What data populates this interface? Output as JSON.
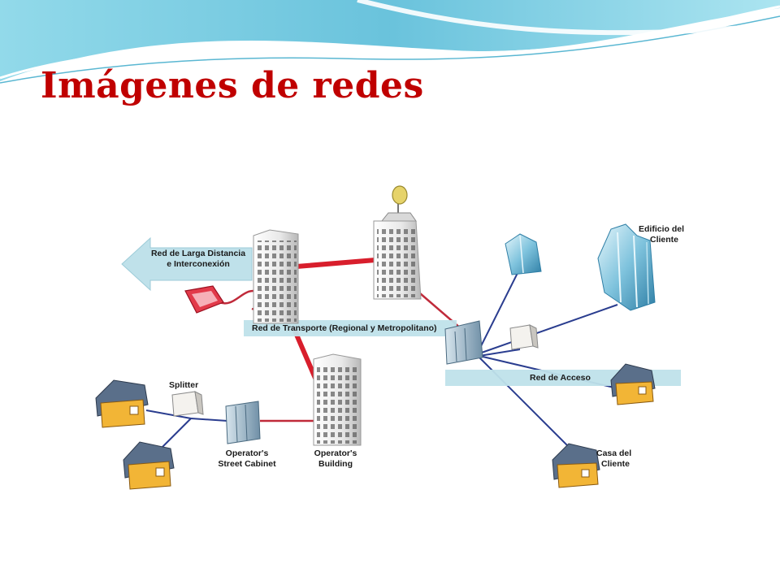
{
  "slide": {
    "title": "Imágenes de redes"
  },
  "diagram": {
    "labels": {
      "long_distance_line1": "Red de Larga Distancia",
      "long_distance_line2": "e Interconexión",
      "transport": "Red de Transporte (Regional y Metropolitano)",
      "access": "Red de Acceso",
      "customer_building_line1": "Edificio del",
      "customer_building_line2": "Cliente",
      "customer_house_line1": "Casa del",
      "customer_house_line2": "Cliente",
      "splitter": "Splitter",
      "street_cabinet_line1": "Operator's",
      "street_cabinet_line2": "Street Cabinet",
      "operator_building_line1": "Operator's",
      "operator_building_line2": "Building"
    },
    "colors": {
      "title": "#c00000",
      "transport_link": "#d81e2c",
      "access_link": "#2a3d8f",
      "band": "#bfe1ea",
      "house_roof": "#5a6f8a",
      "house_wall": "#f2b536",
      "building": "#eeeeee",
      "glass_building": "#7fc3dd"
    }
  }
}
